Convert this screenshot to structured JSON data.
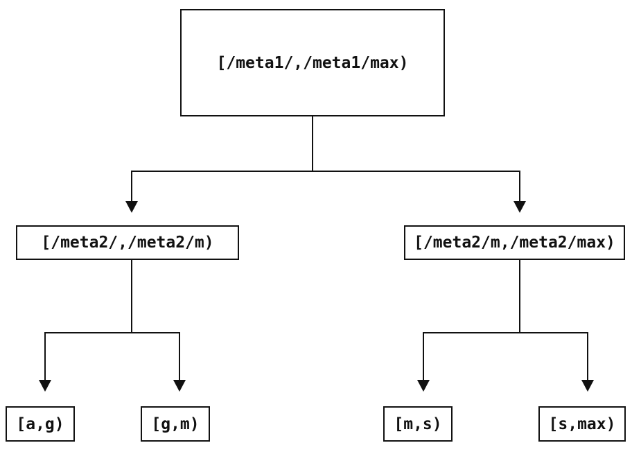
{
  "diagram": {
    "type": "tree",
    "background": "#ffffff",
    "stroke_color": "#111111",
    "nodes": {
      "root": {
        "label": "[/meta1/,/meta1/max)"
      },
      "meta2_left": {
        "label": "[/meta2/,/meta2/m)"
      },
      "meta2_right": {
        "label": "[/meta2/m,/meta2/max)"
      },
      "leaf_ag": {
        "label": "[a,g)"
      },
      "leaf_gm": {
        "label": "[g,m)"
      },
      "leaf_ms": {
        "label": "[m,s)"
      },
      "leaf_smax": {
        "label": "[s,max)"
      }
    },
    "edges": [
      {
        "from": "root",
        "to": "meta2_left"
      },
      {
        "from": "root",
        "to": "meta2_right"
      },
      {
        "from": "meta2_left",
        "to": "leaf_ag"
      },
      {
        "from": "meta2_left",
        "to": "leaf_gm"
      },
      {
        "from": "meta2_right",
        "to": "leaf_ms"
      },
      {
        "from": "meta2_right",
        "to": "leaf_smax"
      }
    ]
  }
}
